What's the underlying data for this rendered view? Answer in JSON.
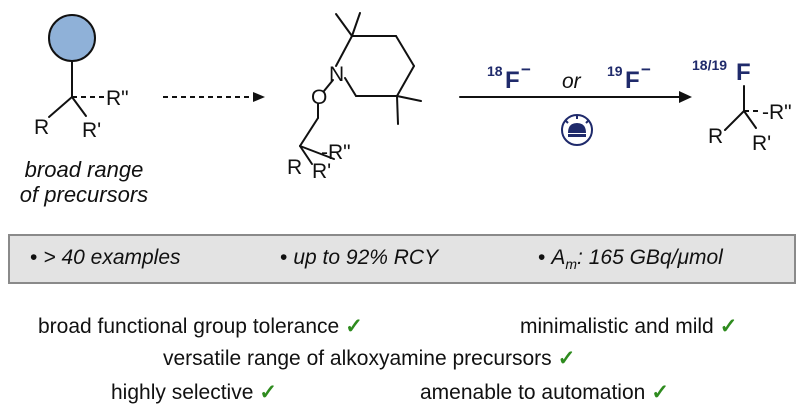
{
  "scheme": {
    "precursor": {
      "substituents": [
        "R\"",
        "R",
        "R'"
      ],
      "caption_lines": [
        "broad range",
        "of precursors"
      ]
    },
    "alkoxyamine": {
      "atoms": [
        "N",
        "O"
      ],
      "substituents": [
        "-R\"",
        "R",
        "R'"
      ]
    },
    "reagents": {
      "f18_mass": "18",
      "f19_mass": "19",
      "element": "F",
      "charge": "−",
      "connector": "or"
    },
    "product": {
      "label_mass": "18/19",
      "label_element": "F",
      "substituents": [
        "-R\"",
        "R",
        "R'"
      ]
    }
  },
  "highlights": [
    {
      "bullet": "•",
      "text": "> 40 examples"
    },
    {
      "bullet": "•",
      "text": "up to 92% RCY"
    },
    {
      "bullet": "•",
      "symbol": "A",
      "subscript": "m",
      "text": ": 165 GBq/μmol"
    }
  ],
  "features": [
    {
      "text": "broad functional group tolerance",
      "mark": "✓"
    },
    {
      "text": "minimalistic and mild",
      "mark": "✓"
    },
    {
      "text": "versatile range of alkoxyamine precursors",
      "mark": "✓"
    },
    {
      "text": "highly selective",
      "mark": "✓"
    },
    {
      "text": "amenable to automation",
      "mark": "✓"
    }
  ],
  "colors": {
    "sphere": "#8fb1d8",
    "isotope": "#1f2a6b",
    "check": "#2e8b1e",
    "box_fill": "#e3e3e3",
    "box_border": "#8a8a8a"
  },
  "icons": [
    "generic-precursor-sphere",
    "photocatalyst-lamp-icon"
  ]
}
